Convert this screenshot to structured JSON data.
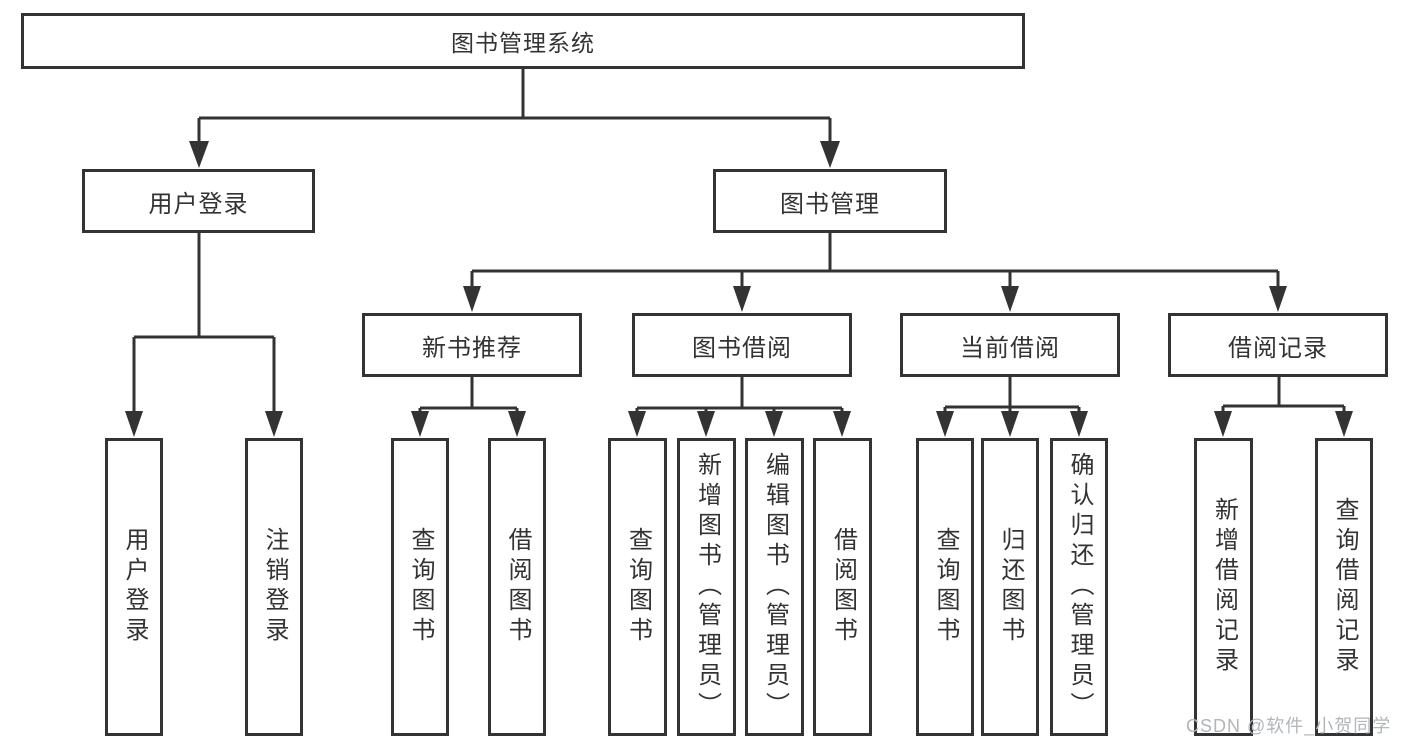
{
  "tree": {
    "label": "图书管理系统",
    "children": [
      {
        "label": "用户登录",
        "children": [
          {
            "label": "用户登录"
          },
          {
            "label": "注销登录"
          }
        ]
      },
      {
        "label": "图书管理",
        "children": [
          {
            "label": "新书推荐",
            "children": [
              {
                "label": "查询图书"
              },
              {
                "label": "借阅图书"
              }
            ]
          },
          {
            "label": "图书借阅",
            "children": [
              {
                "label": "查询图书"
              },
              {
                "label": "新增图书（管理员）"
              },
              {
                "label": "编辑图书（管理员）"
              },
              {
                "label": "借阅图书"
              }
            ]
          },
          {
            "label": "当前借阅",
            "children": [
              {
                "label": "查询图书"
              },
              {
                "label": "归还图书"
              },
              {
                "label": "确认归还（管理员）"
              }
            ]
          },
          {
            "label": "借阅记录",
            "children": [
              {
                "label": "新增借阅记录"
              },
              {
                "label": "查询借阅记录"
              }
            ]
          }
        ]
      }
    ]
  },
  "watermark": {
    "text": "CSDN @软件_小贺同学"
  },
  "colors": {
    "line": "#333333",
    "text": "#333333",
    "background": "#ffffff",
    "watermark": "#b2b6b9"
  }
}
